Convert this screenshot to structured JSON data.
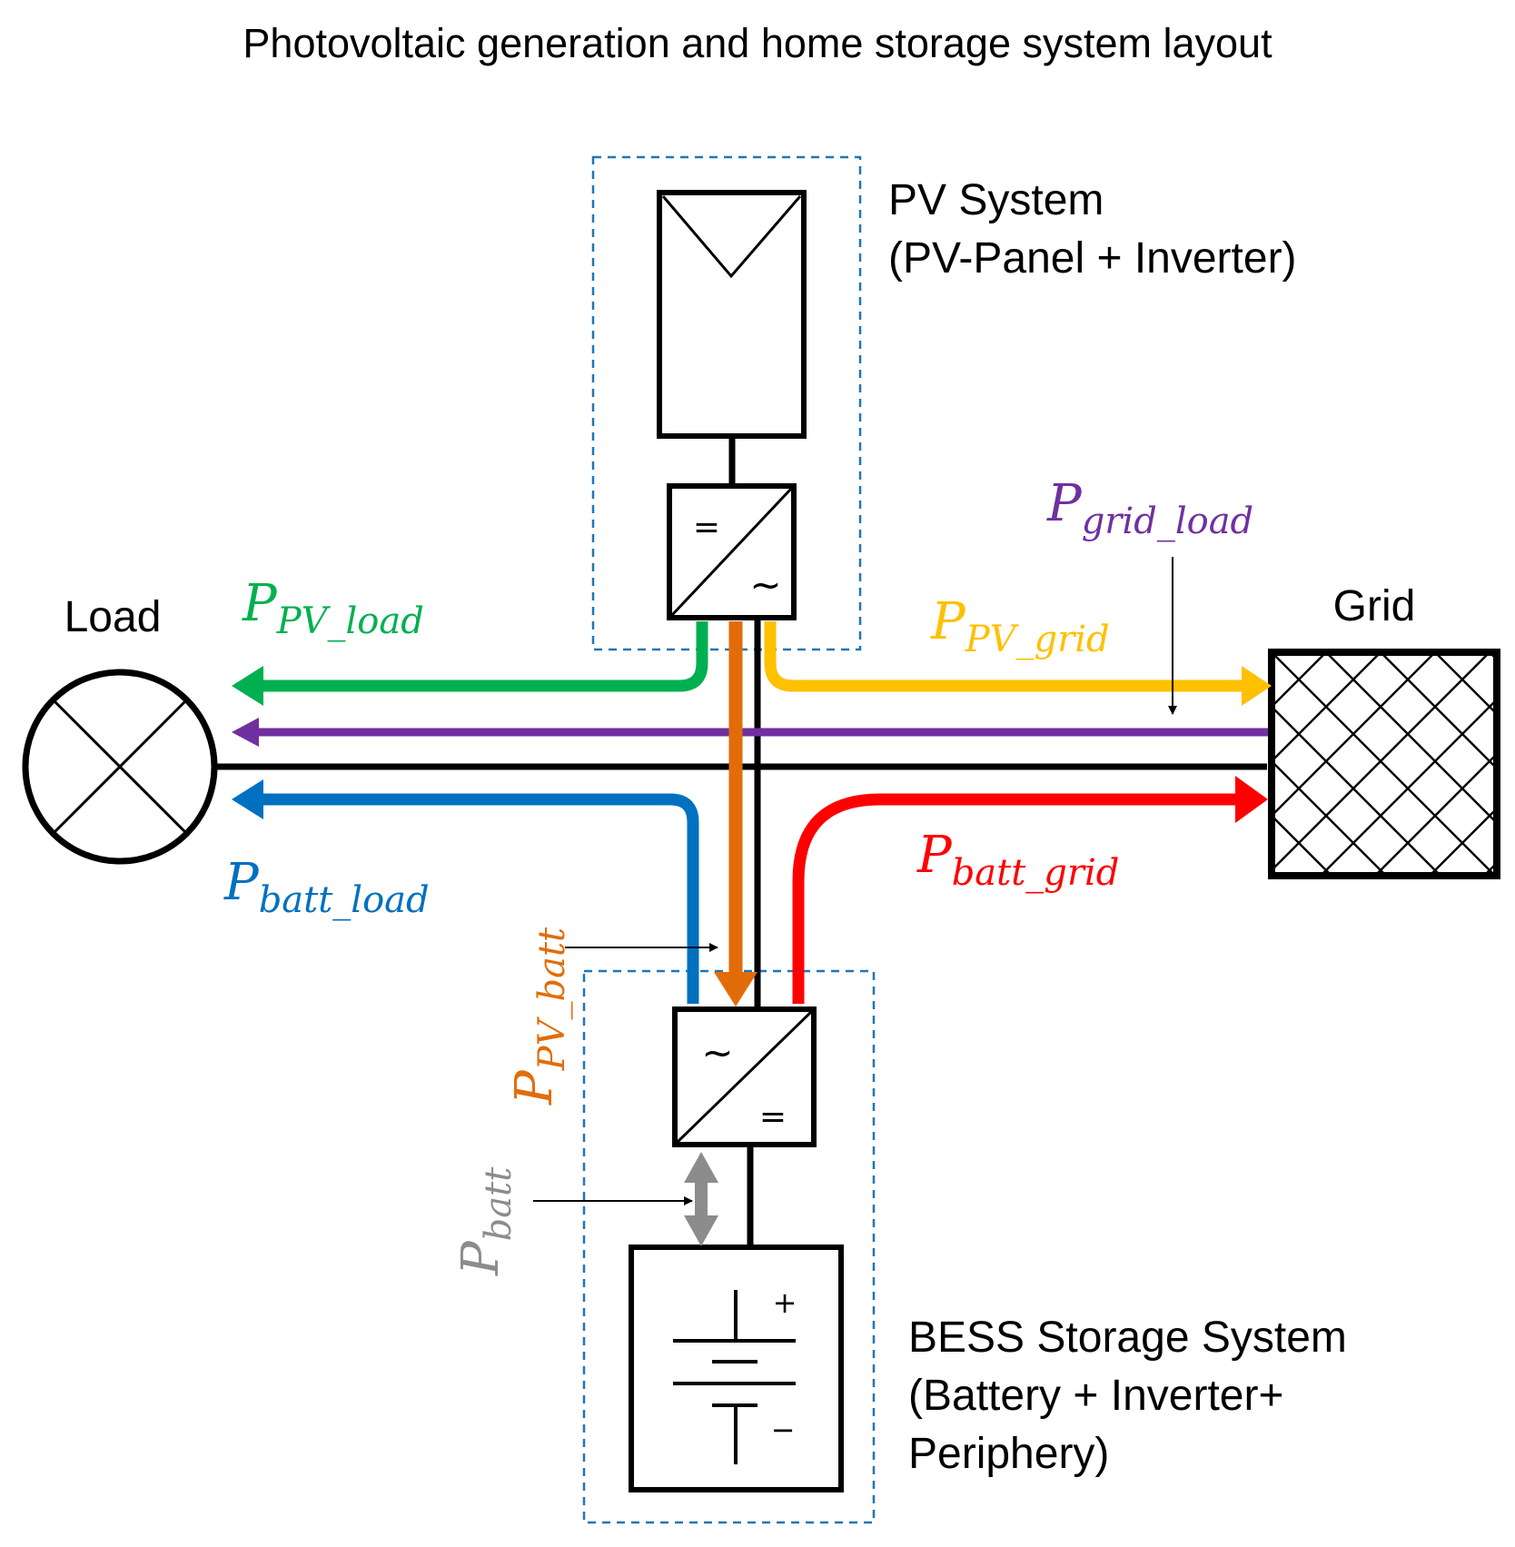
{
  "title": "Photovoltaic generation and home storage system layout",
  "components": {
    "load": {
      "label": "Load"
    },
    "grid": {
      "label": "Grid"
    },
    "pv_system": {
      "label_line1": "PV System",
      "label_line2": "(PV-Panel + Inverter)"
    },
    "bess": {
      "label_line1": "BESS Storage System",
      "label_line2": "(Battery + Inverter+",
      "label_line3": "Periphery)"
    }
  },
  "inverter_symbols": {
    "dc": "=",
    "ac": "~"
  },
  "battery_symbols": {
    "plus": "+",
    "minus": "−"
  },
  "flows": {
    "pv_load": {
      "symbol": "P",
      "subscript": "PV_load",
      "color": "#00b050"
    },
    "grid_load": {
      "symbol": "P",
      "subscript": "grid_load",
      "color": "#7030a0"
    },
    "pv_grid": {
      "symbol": "P",
      "subscript": "PV_grid",
      "color": "#ffc000"
    },
    "batt_load": {
      "symbol": "P",
      "subscript": "batt_load",
      "color": "#0070c0"
    },
    "batt_grid": {
      "symbol": "P",
      "subscript": "batt_grid",
      "color": "#ff0000"
    },
    "pv_batt": {
      "symbol": "P",
      "subscript": "PV_batt",
      "color": "#e36c0a"
    },
    "batt": {
      "symbol": "P",
      "subscript": "batt",
      "color": "#8c8c8c"
    }
  },
  "colors": {
    "enclosure_dash": "#1f77b4",
    "conductor": "#000000"
  }
}
